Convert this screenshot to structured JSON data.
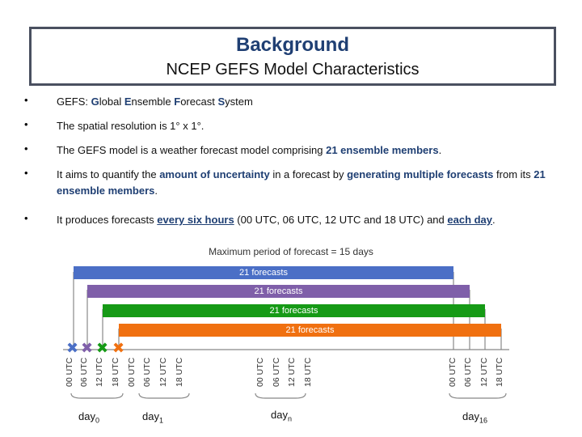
{
  "header": {
    "title": "Background",
    "subtitle": "NCEP GEFS Model Characteristics"
  },
  "bullet_char": "•",
  "bullets": [
    {
      "prefix": "GEFS: ",
      "g": "G",
      "r1": "lobal ",
      "e": "E",
      "r2": "nsemble ",
      "f": "F",
      "r3": "orecast ",
      "s": "S",
      "r4": "ystem"
    },
    {
      "text": "The spatial resolution is 1° x 1°."
    },
    {
      "pre": "The GEFS model is a weather forecast model comprising ",
      "bold": "21 ensemble members",
      "post": "."
    },
    {
      "pre": "It aims to quantify the ",
      "h1": "amount of uncertainty",
      "mid": " in a forecast by ",
      "h2": "generating multiple forecasts",
      "mid2": " from its ",
      "h3": "21 ensemble members",
      "post": "."
    },
    {
      "pre": "It produces forecasts ",
      "u1": "every six hours",
      "mid": " (00 UTC, 06 UTC, 12 UTC and 18 UTC) and ",
      "u2": "each day",
      "post": "."
    }
  ],
  "diagram": {
    "max_label": "Maximum period of forecast = 15 days",
    "bars": [
      {
        "label": "21 forecasts",
        "color": "#4b6fc6"
      },
      {
        "label": "21 forecasts",
        "color": "#7f5fa9"
      },
      {
        "label": "21 forecasts",
        "color": "#169a16"
      },
      {
        "label": "21 forecasts",
        "color": "#f07010"
      }
    ],
    "time_labels": [
      "00 UTC",
      "06 UTC",
      "12 UTC",
      "18 UTC"
    ],
    "days": [
      "day",
      "day",
      "day",
      "day"
    ],
    "day_subs": [
      "0",
      "1",
      "n",
      "16"
    ],
    "x_marks": [
      {
        "symbol": "✖",
        "color": "#4b6fc6"
      },
      {
        "symbol": "✖",
        "color": "#7f5fa9"
      },
      {
        "symbol": "✖",
        "color": "#169a16"
      },
      {
        "symbol": "✖",
        "color": "#f07010"
      }
    ]
  }
}
